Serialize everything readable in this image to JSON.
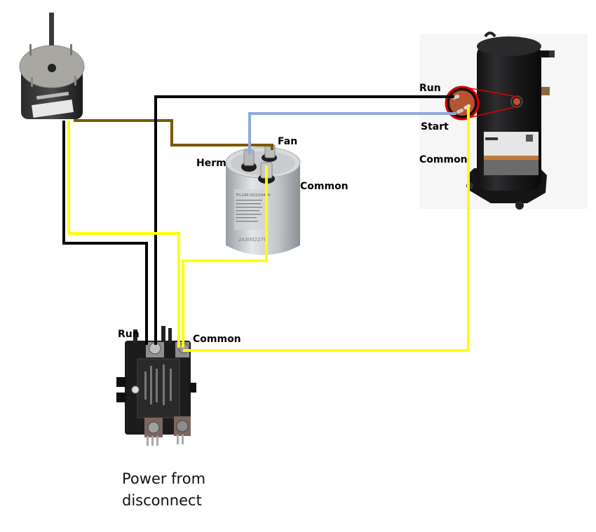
{
  "title": "Condenser wiring diagram",
  "components": {
    "fan_motor": {
      "name": "Condenser fan motor"
    },
    "capacitor": {
      "name": "Dual run capacitor",
      "terminals": {
        "herm": "Herm",
        "fan": "Fan",
        "common": "Common"
      },
      "label_text": "TH-CAP-10/10/440R",
      "serial": "2A3002276"
    },
    "compressor": {
      "name": "Scroll compressor",
      "terminals": {
        "run": "Run",
        "start": "Start",
        "common": "Common"
      }
    },
    "contactor": {
      "name": "Contactor",
      "terminals": {
        "run": "Run",
        "common": "Common"
      }
    }
  },
  "caption": {
    "line1": "Power from",
    "line2": "disconnect"
  },
  "wires": [
    {
      "id": "fan-to-cap-fan",
      "color_name": "brown",
      "color": "#7a5a00",
      "from": "fan_motor",
      "to": "capacitor.fan"
    },
    {
      "id": "fan-common-to-contactor",
      "color_name": "yellow",
      "color": "#ffff00",
      "from": "fan_motor",
      "to": "contactor.common"
    },
    {
      "id": "fan-run-to-contactor",
      "color_name": "black",
      "color": "#000000",
      "from": "fan_motor",
      "to": "contactor.run"
    },
    {
      "id": "contactor-run-to-compressor-run",
      "color_name": "black",
      "color": "#000000",
      "from": "contactor.run",
      "to": "compressor.run"
    },
    {
      "id": "cap-herm-to-compressor-start",
      "color_name": "blue",
      "color": "#8eaadb",
      "from": "capacitor.herm",
      "to": "compressor.start"
    },
    {
      "id": "cap-common-to-contactor",
      "color_name": "yellow",
      "color": "#ffff00",
      "from": "capacitor.common",
      "to": "contactor.common"
    },
    {
      "id": "contactor-common-to-compressor-common",
      "color_name": "yellow",
      "color": "#ffff00",
      "from": "contactor.common",
      "to": "compressor.common"
    }
  ]
}
